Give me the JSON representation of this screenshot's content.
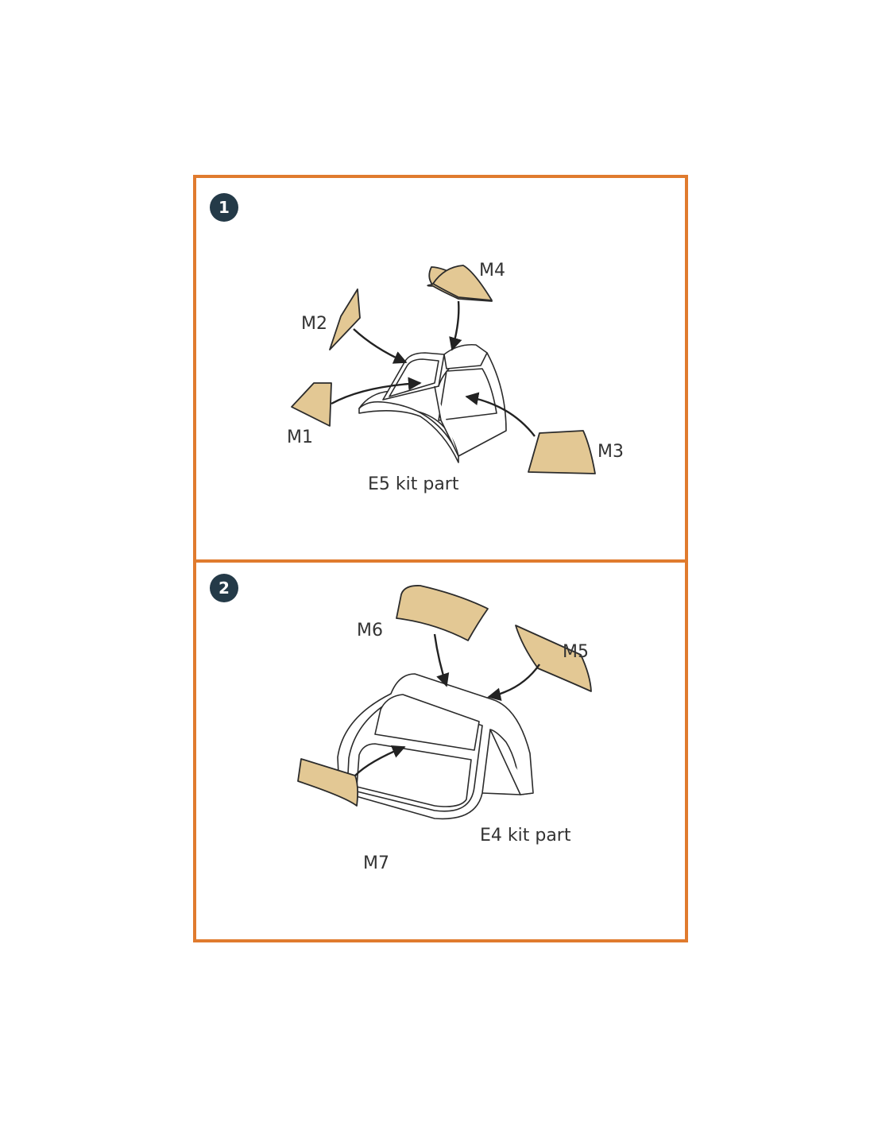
{
  "colors": {
    "frame": "#e07b2e",
    "mask": "#e3c894",
    "badge": "#243a48",
    "ink": "#222222"
  },
  "steps": [
    {
      "number": "1",
      "kit_part": "E5 kit part",
      "masks": {
        "m1": "M1",
        "m2": "M2",
        "m3": "M3",
        "m4": "M4"
      }
    },
    {
      "number": "2",
      "kit_part": "E4 kit part",
      "masks": {
        "m5": "M5",
        "m6": "M6",
        "m7": "M7"
      }
    }
  ]
}
